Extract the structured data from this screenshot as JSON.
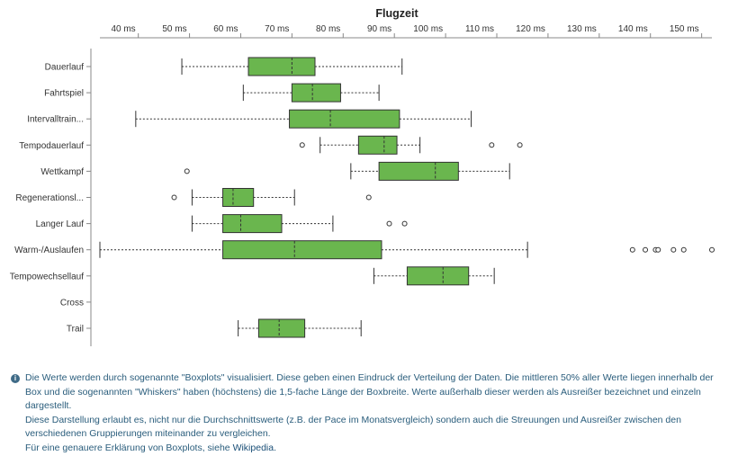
{
  "chart_data": {
    "type": "boxplot",
    "title": "Flugzeit",
    "unit": "ms",
    "x_axis": {
      "position": "top",
      "range": [
        32.5,
        152
      ],
      "ticks": [
        40,
        50,
        60,
        70,
        80,
        90,
        100,
        110,
        120,
        130,
        140,
        150
      ]
    },
    "grid": false,
    "box_color": "#6ab64e",
    "categories": [
      "Dauerlauf",
      "Fahrtspiel",
      "Intervalltrain...",
      "Tempodauerlauf",
      "Wettkampf",
      "Regenerationsl...",
      "Langer Lauf",
      "Warm-/Auslaufen",
      "Tempowechsellauf",
      "Cross",
      "Trail"
    ],
    "tick_labels": [
      "40 ms",
      "50 ms",
      "60 ms",
      "70 ms",
      "80 ms",
      "90 ms",
      "100 ms",
      "110 ms",
      "120 ms",
      "130 ms",
      "140 ms",
      "150 ms"
    ],
    "series": [
      {
        "category": "Dauerlauf",
        "whisker_low": 48.5,
        "q1": 61.5,
        "median": 70,
        "q3": 74.5,
        "whisker_high": 91.5,
        "outliers": []
      },
      {
        "category": "Fahrtspiel",
        "whisker_low": 60.5,
        "q1": 70,
        "median": 74,
        "q3": 79.5,
        "whisker_high": 87,
        "outliers": []
      },
      {
        "category": "Intervalltrain...",
        "whisker_low": 39.5,
        "q1": 69.5,
        "median": 77.5,
        "q3": 91,
        "whisker_high": 105,
        "outliers": []
      },
      {
        "category": "Tempodauerlauf",
        "whisker_low": 75.5,
        "q1": 83,
        "median": 88,
        "q3": 90.5,
        "whisker_high": 95,
        "outliers": [
          72,
          109,
          114.5
        ]
      },
      {
        "category": "Wettkampf",
        "whisker_low": 81.5,
        "q1": 87,
        "median": 98,
        "q3": 102.5,
        "whisker_high": 112.5,
        "outliers": [
          49.5
        ]
      },
      {
        "category": "Regenerationsl...",
        "whisker_low": 50.5,
        "q1": 56.5,
        "median": 58.5,
        "q3": 62.5,
        "whisker_high": 70.5,
        "outliers": [
          47,
          85
        ]
      },
      {
        "category": "Langer Lauf",
        "whisker_low": 50.5,
        "q1": 56.5,
        "median": 60,
        "q3": 68,
        "whisker_high": 78,
        "outliers": [
          89,
          92
        ]
      },
      {
        "category": "Warm-/Auslaufen",
        "whisker_low": 32.5,
        "q1": 56.5,
        "median": 70.5,
        "q3": 87.5,
        "whisker_high": 116,
        "outliers": [
          136.5,
          139,
          141,
          141.5,
          144.5,
          146.5,
          152
        ]
      },
      {
        "category": "Tempowechsellauf",
        "whisker_low": 86,
        "q1": 92.5,
        "median": 99.5,
        "q3": 104.5,
        "whisker_high": 109.5,
        "outliers": []
      },
      {
        "category": "Cross"
      },
      {
        "category": "Trail",
        "whisker_low": 59.5,
        "q1": 63.5,
        "median": 67.5,
        "q3": 72.5,
        "whisker_high": 83.5,
        "outliers": []
      }
    ]
  },
  "info": {
    "icon": "info-icon",
    "line1": "Die Werte werden durch sogenannte \"Boxplots\" visualisiert. Diese geben einen Eindruck der Verteilung der Daten. Die mittleren 50% aller Werte liegen innerhalb der Box und die sogenannten \"Whiskers\" haben (höchstens) die 1,5-fache Länge der Boxbreite. Werte außerhalb dieser werden als Ausreißer bezeichnet und einzeln dargestellt.",
    "line2": "Diese Darstellung erlaubt es, nicht nur die Durchschnittswerte (z.B. der Pace im Monatsvergleich) sondern auch die Streuungen und Ausreißer zwischen den verschiedenen Gruppierungen miteinander zu vergleichen.",
    "line3_prefix": "Für eine genauere Erklärung von Boxplots, siehe ",
    "link_label": "Wikipedia",
    "line3_suffix": "."
  }
}
